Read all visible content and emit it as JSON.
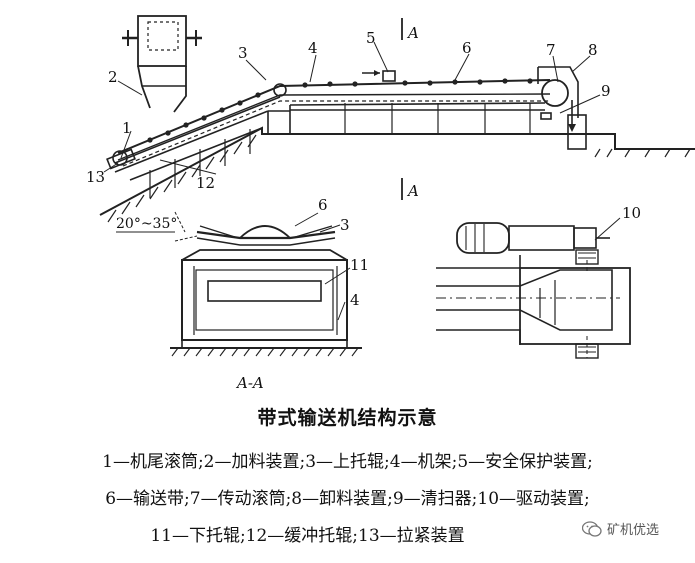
{
  "labels": {
    "n1": "1",
    "n2": "2",
    "n3": "3",
    "n4": "4",
    "n5": "5",
    "n6": "6",
    "n7": "7",
    "n8": "8",
    "n9": "9",
    "n10": "10",
    "n11": "11",
    "n12": "12",
    "n13": "13",
    "section_a_top": "A",
    "section_a_bottom": "A",
    "angle": "20°~35°",
    "sec_n6": "6",
    "sec_n3": "3",
    "sec_n11": "11",
    "sec_n4": "4",
    "section_caption": "A-A"
  },
  "title": "带式输送机结构示意",
  "legend": {
    "line1": "1—机尾滚筒;2—加料装置;3—上托辊;4—机架;5—安全保护装置;",
    "line2": "6—输送带;7—传动滚筒;8—卸料装置;9—清扫器;10—驱动装置;",
    "line3": "11—下托辊;12—缓冲托辊;13—拉紧装置"
  },
  "watermark": {
    "text": "矿机优选",
    "icon": "wechat-icon"
  }
}
